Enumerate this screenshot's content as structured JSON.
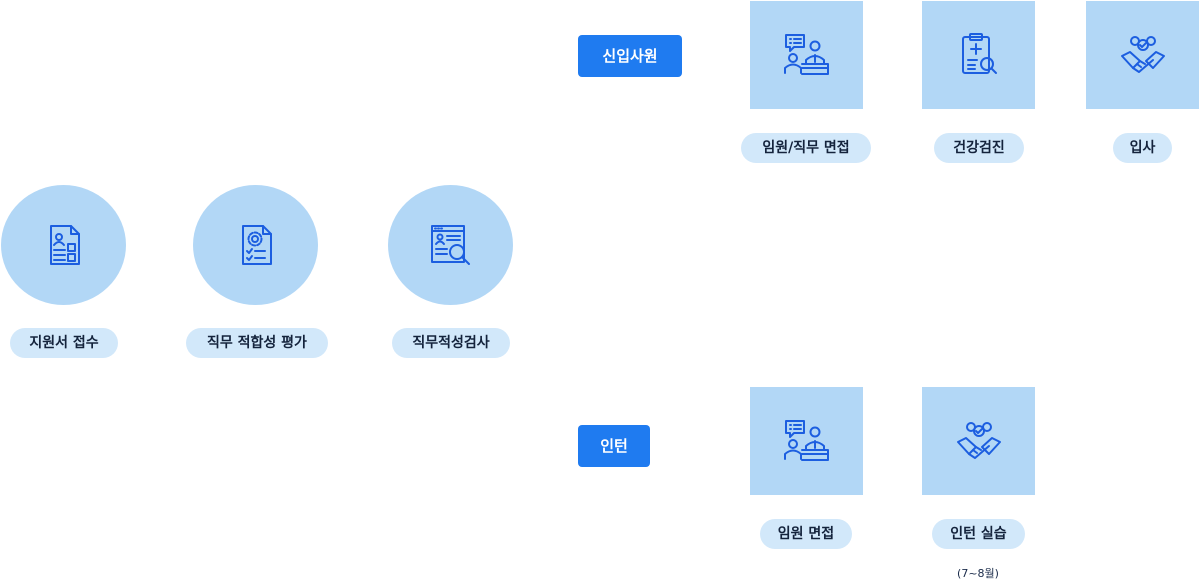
{
  "steps": [
    {
      "label": "지원서 접수",
      "icon": "application-form-icon"
    },
    {
      "label": "직무 적합성 평가",
      "icon": "job-fit-evaluation-icon"
    },
    {
      "label": "직무적성검사",
      "icon": "aptitude-test-icon"
    }
  ],
  "tracks": {
    "new_hire": {
      "tag": "신입사원",
      "steps": [
        {
          "label": "임원/직무 면접",
          "icon": "interview-icon"
        },
        {
          "label": "건강검진",
          "icon": "health-checkup-icon"
        },
        {
          "label": "입사",
          "icon": "handshake-icon"
        }
      ]
    },
    "intern": {
      "tag": "인턴",
      "steps": [
        {
          "label": "임원 면접",
          "icon": "interview-icon"
        },
        {
          "label": "인턴 실습",
          "icon": "handshake-icon"
        }
      ],
      "note": "(7~8월)"
    }
  },
  "colors": {
    "shape_fill": "#b2d7f6",
    "label_fill": "#d2e8fa",
    "tag_fill": "#1f7bf0",
    "icon_stroke": "#1c5ee0"
  }
}
